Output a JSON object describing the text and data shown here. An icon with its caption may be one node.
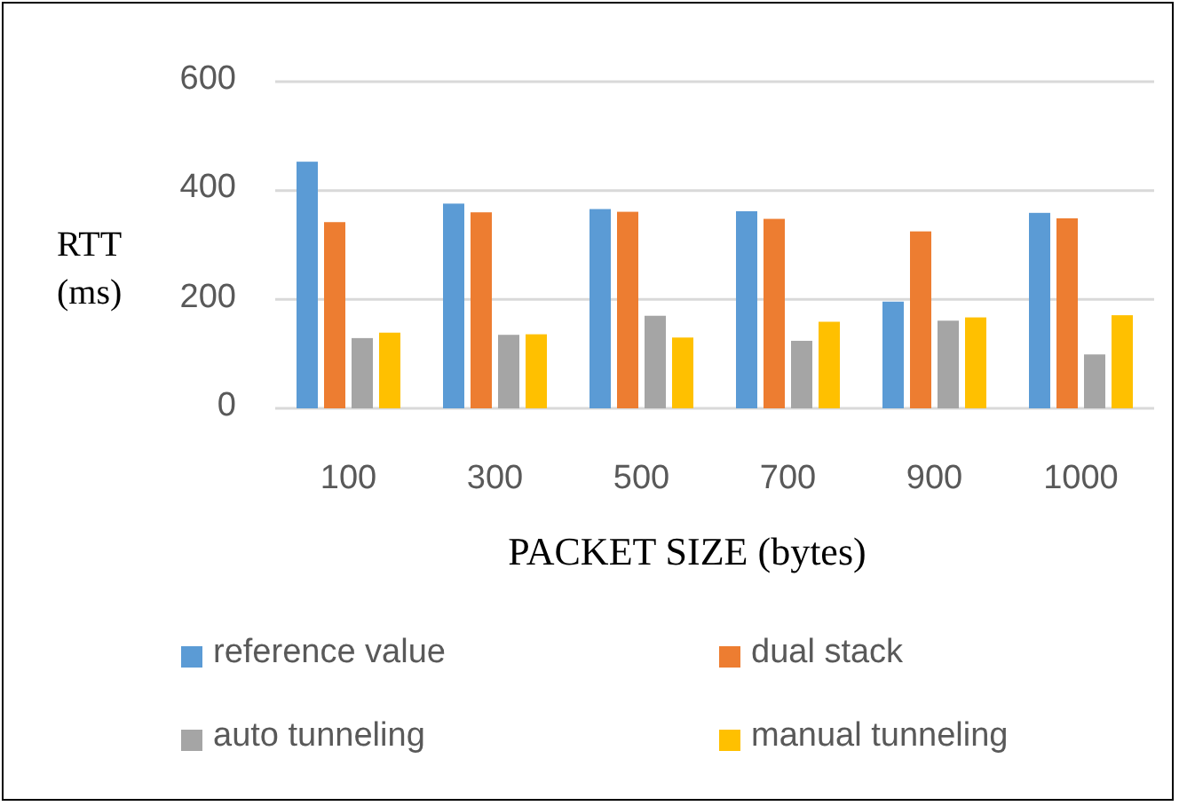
{
  "diagram": {
    "chart_data": {
      "type": "bar",
      "xlabel": "PACKET SIZE (bytes)",
      "ylabel": "RTT (ms)",
      "categories": [
        "100",
        "300",
        "500",
        "700",
        "900",
        "1000"
      ],
      "series": [
        {
          "name": "reference value",
          "color": "#5b9bd5",
          "values": [
            453,
            376,
            366,
            362,
            196,
            359
          ]
        },
        {
          "name": "dual stack",
          "color": "#ed7d31",
          "values": [
            342,
            360,
            361,
            348,
            325,
            349
          ]
        },
        {
          "name": "auto tunneling",
          "color": "#a5a5a5",
          "values": [
            129,
            135,
            170,
            124,
            161,
            99
          ]
        },
        {
          "name": "manual tunneling",
          "color": "#ffc000",
          "values": [
            139,
            136,
            130,
            159,
            167,
            171
          ]
        }
      ],
      "legend": "bottom",
      "ylim": [
        0,
        600
      ],
      "yticks": [
        0,
        200,
        400,
        600
      ]
    }
  }
}
